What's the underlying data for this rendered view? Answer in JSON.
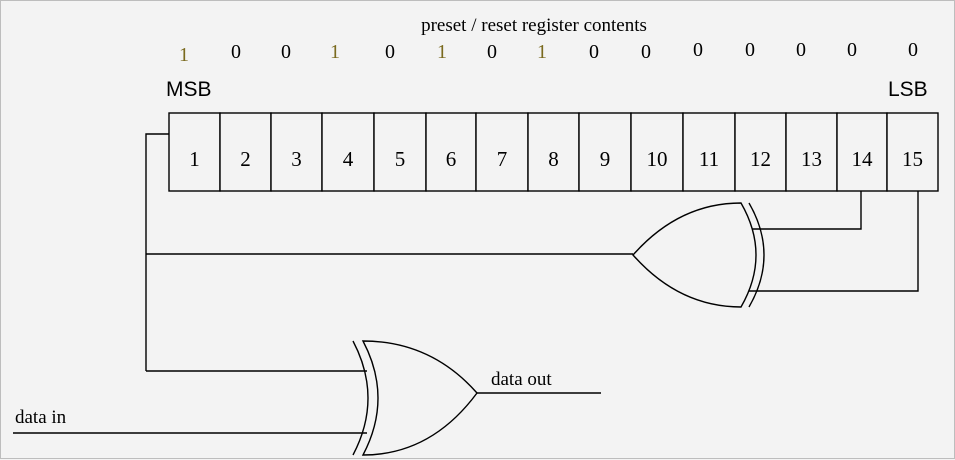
{
  "diagram": {
    "title": "preset / reset register contents",
    "register_values": [
      "1",
      "0",
      "0",
      "1",
      "0",
      "1",
      "0",
      "1",
      "0",
      "0",
      "0",
      "0",
      "0",
      "0",
      "0"
    ],
    "cell_labels": [
      "1",
      "2",
      "3",
      "4",
      "5",
      "6",
      "7",
      "8",
      "9",
      "10",
      "11",
      "12",
      "13",
      "14",
      "15"
    ],
    "msb_label": "MSB",
    "lsb_label": "LSB",
    "data_in_label": "data in",
    "data_out_label": "data out",
    "colors": {
      "background": "#f3f3f3",
      "line": "#000000",
      "highlight_value": "#7a6a1e",
      "text": "#000000"
    }
  }
}
